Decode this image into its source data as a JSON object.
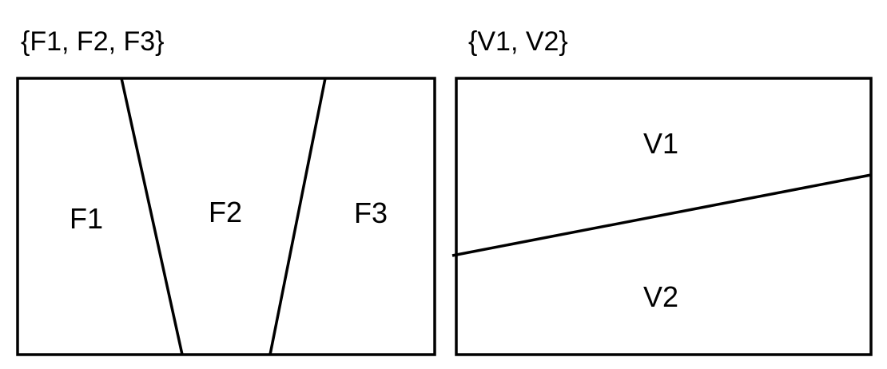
{
  "left_panel": {
    "set_label": "{F1, F2, F3}",
    "regions": [
      {
        "label": "F1"
      },
      {
        "label": "F2"
      },
      {
        "label": "F3"
      }
    ]
  },
  "right_panel": {
    "set_label": "{V1, V2}",
    "regions": [
      {
        "label": "V1"
      },
      {
        "label": "V2"
      }
    ]
  },
  "colors": {
    "stroke": "#000000",
    "background": "#ffffff",
    "text": "#000000"
  }
}
